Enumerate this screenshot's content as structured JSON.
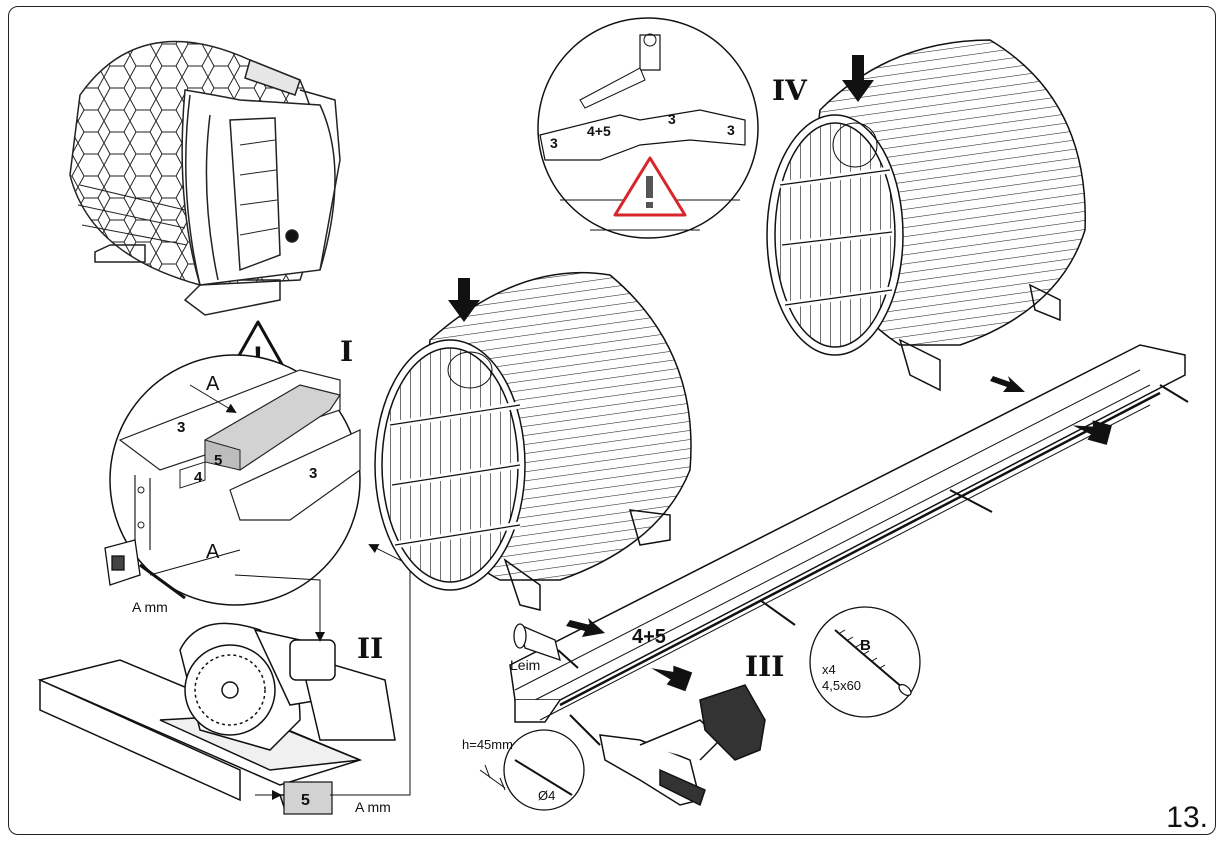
{
  "page": {
    "number": "13."
  },
  "steps": {
    "s1": "I",
    "s2": "II",
    "s3": "III",
    "s4": "IV"
  },
  "parts": {
    "p3": "3",
    "p4": "4",
    "p5": "5",
    "p45": "4+5",
    "pB": "B"
  },
  "dims": {
    "a": "A",
    "amm": "A mm",
    "h": "h=45mm",
    "d": "Ø4"
  },
  "glue": {
    "label": "Leim"
  },
  "screws": {
    "qty": "x4",
    "size": "4,5x60"
  },
  "warning": {
    "symbol": "!"
  },
  "colors": {
    "line": "#111111",
    "warning_red": "#d9252a",
    "panel_grey": "#cfcfcf"
  }
}
